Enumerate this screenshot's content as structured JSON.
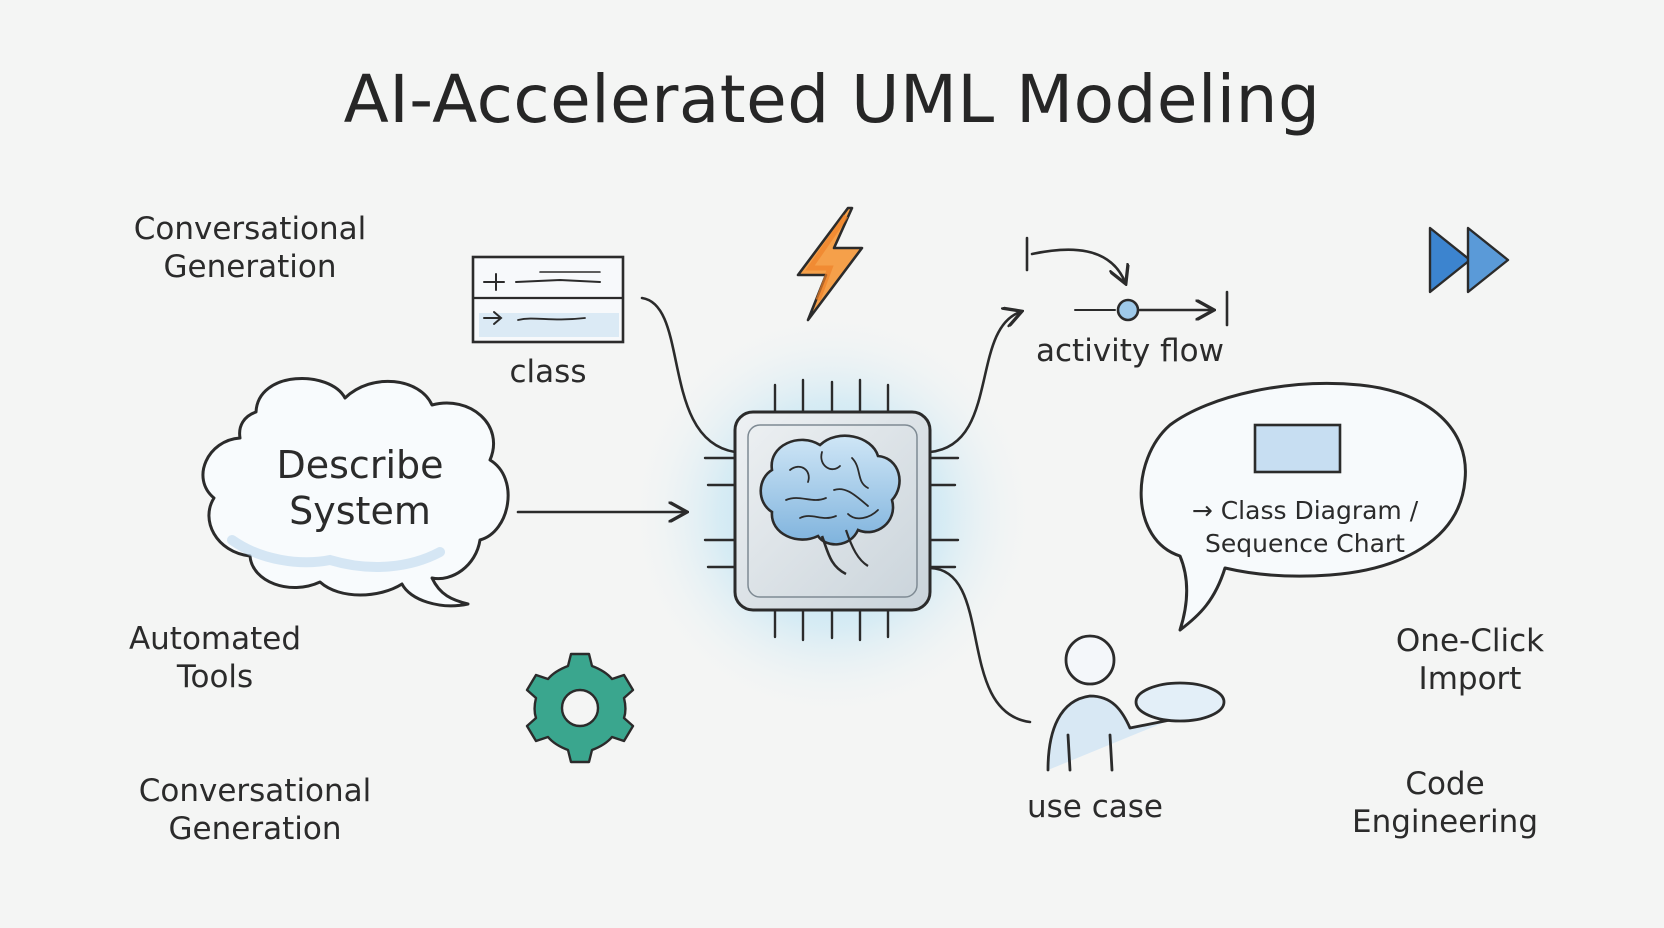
{
  "title": "AI-Accelerated UML Modeling",
  "labels": {
    "conversational_generation_top": [
      "Conversational",
      "Generation"
    ],
    "automated_tools": [
      "Automated",
      "Tools"
    ],
    "conversational_generation_bottom": [
      "Conversational",
      "Generation"
    ],
    "class": "class",
    "describe_system": [
      "Describe",
      "System"
    ],
    "activity_flow": "activity flow",
    "class_diagram": [
      "→ Class Diagram /",
      "Sequence Chart"
    ],
    "one_click_import": [
      "One-Click",
      "Import"
    ],
    "use_case": "use case",
    "code_engineering": [
      "Code",
      "Engineering"
    ]
  },
  "icons": {
    "lightning": "lightning-icon",
    "gear": "gear-icon",
    "fast_forward": "fast-forward-icon",
    "brain_chip": "brain-chip-icon",
    "user": "user-icon"
  },
  "colors": {
    "ink": "#2b2b2b",
    "lightning": "#f08a2c",
    "gear": "#3aa68e",
    "fast_forward": "#3c84cf",
    "chip_glow": "#9fd6f2",
    "cloud_fill": "#e6f0f8"
  }
}
